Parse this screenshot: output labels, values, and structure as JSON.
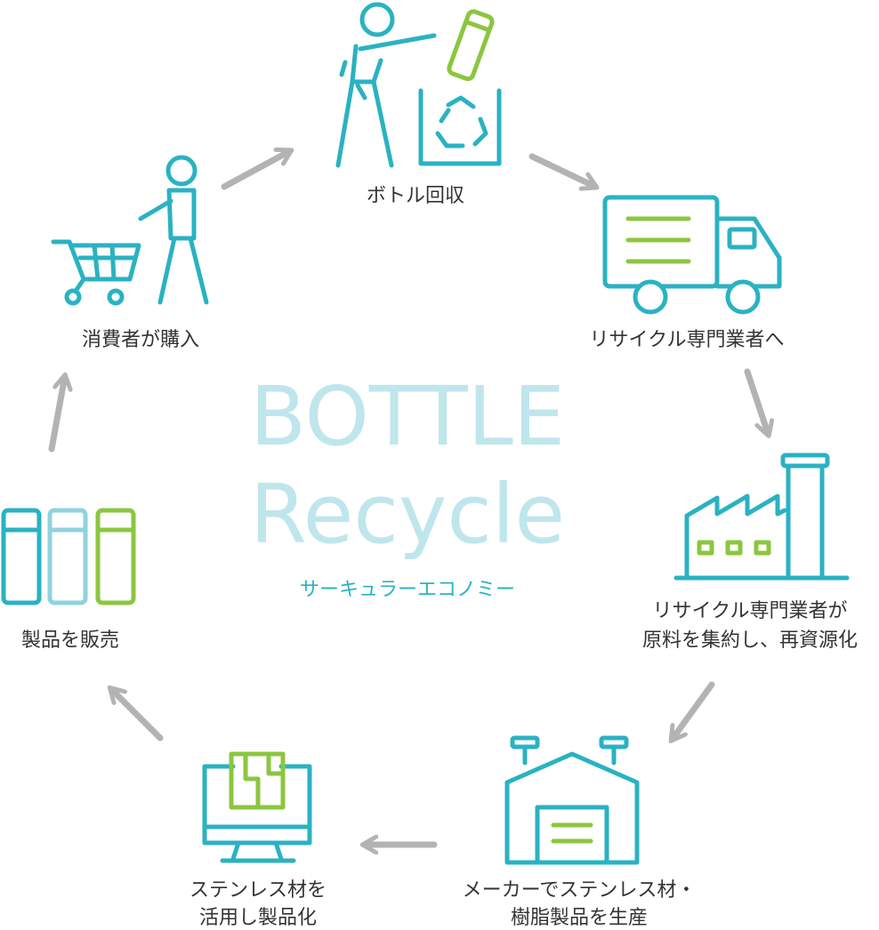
{
  "center": {
    "title_line1": "BOTTLE",
    "title_line2": "Recycle",
    "subtitle": "サーキュラーエコノミー"
  },
  "steps": [
    {
      "label": "ボトル回収",
      "icon": "person-disposing-bottle-icon"
    },
    {
      "label": "リサイクル専門業者へ",
      "icon": "truck-icon"
    },
    {
      "label_line1": "リサイクル専門業者が",
      "label_line2": "原料を集約し、再資源化",
      "icon": "factory-icon"
    },
    {
      "label_line1": "メーカーでステンレス材・",
      "label_line2": "樹脂製品を生産",
      "icon": "warehouse-icon"
    },
    {
      "label_line1": "ステンレス材を",
      "label_line2": "活用し製品化",
      "icon": "monitor-design-icon"
    },
    {
      "label": "製品を販売",
      "icon": "bottles-icon"
    },
    {
      "label": "消費者が購入",
      "icon": "shopping-cart-person-icon"
    }
  ],
  "colors": {
    "teal": "#2ab2c2",
    "light_teal": "#8fd3de",
    "green": "#8cc63f",
    "arrow_gray": "#b3b3b3",
    "title": "#bfe6ec",
    "text": "#333333"
  }
}
